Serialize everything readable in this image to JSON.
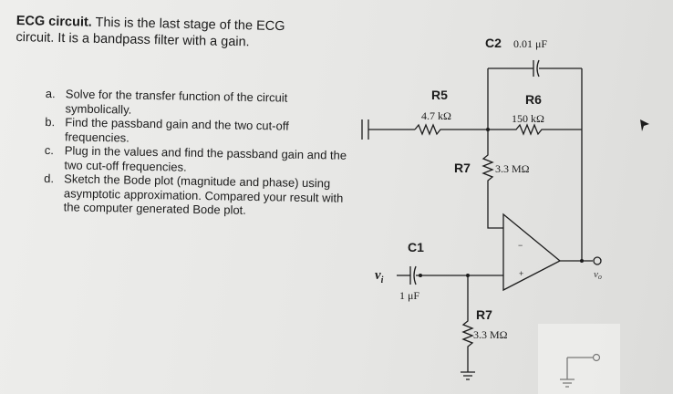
{
  "problem": {
    "title_bold": "ECG circuit.",
    "title_rest": " This is the last stage of the ECG circuit. It is a bandpass filter with a gain.",
    "questions": [
      {
        "letter": "a.",
        "text": "Solve for the transfer function of the circuit symbolically."
      },
      {
        "letter": "b.",
        "text": "Find the passband gain and the two cut-off frequencies."
      },
      {
        "letter": "c.",
        "text": "Plug in the values and find the passband gain and the two cut-off frequencies."
      },
      {
        "letter": "d.",
        "text": "Sketch the Bode plot (magnitude and phase) using asymptotic approximation. Compared your result with the computer generated Bode plot."
      }
    ]
  },
  "circuit": {
    "c2_label": "C2",
    "c2_value": "0.01 μF",
    "r5_label": "R5",
    "r5_value": "4.7 kΩ",
    "r6_label": "R6",
    "r6_value": "150 kΩ",
    "r7_top_label": "R7",
    "r7_top_value": "3.3 MΩ",
    "c1_label": "C1",
    "c1_value": "1 μF",
    "r7_bottom_label": "R7",
    "r7_bottom_value": "3.3 MΩ",
    "vi_label": "v",
    "vi_sub": "i",
    "vo_label": "v",
    "vo_sub": "o",
    "minus_sign": "−",
    "plus_sign": "+"
  }
}
